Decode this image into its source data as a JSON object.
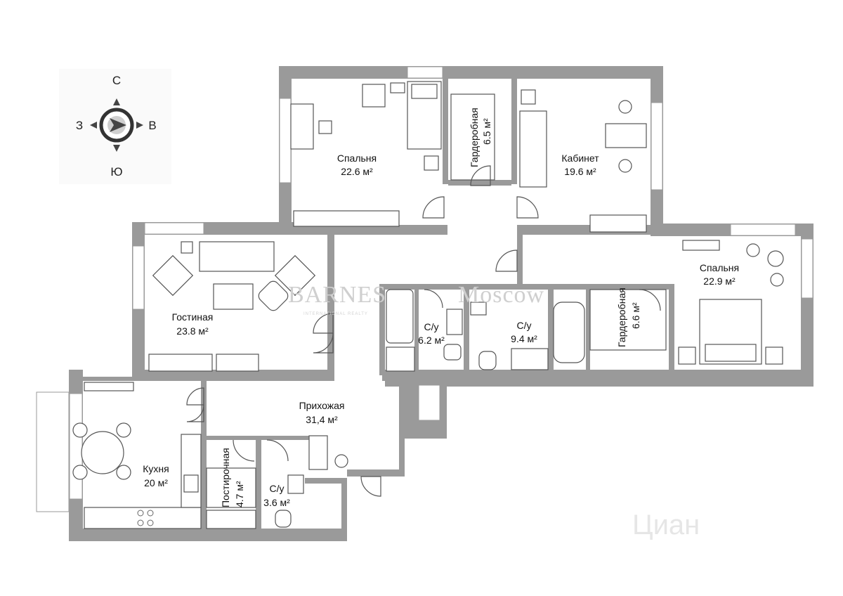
{
  "compass": {
    "north": "С",
    "south": "Ю",
    "west": "З",
    "east": "В"
  },
  "rooms": {
    "bedroom1": {
      "name": "Спальня",
      "area": "22.6 м²"
    },
    "wardrobe1": {
      "name": "Гардеробная",
      "area": "6.5 м²"
    },
    "study": {
      "name": "Кабинет",
      "area": "19.6 м²"
    },
    "bedroom2": {
      "name": "Спальня",
      "area": "22.9 м²"
    },
    "living": {
      "name": "Гостиная",
      "area": "23.8 м²"
    },
    "bath1": {
      "name": "С/у",
      "area": "6.2 м²"
    },
    "bath2": {
      "name": "С/у",
      "area": "9.4 м²"
    },
    "wardrobe2": {
      "name": "Гардеробная",
      "area": "6.6 м²"
    },
    "hall": {
      "name": "Прихожая",
      "area": "31,4 м²"
    },
    "kitchen": {
      "name": "Кухня",
      "area": "20 м²"
    },
    "laundry": {
      "name": "Постирочная",
      "area": "4.7 м²"
    },
    "wc": {
      "name": "С/у",
      "area": "3.6 м²"
    }
  },
  "watermark": {
    "brand": "BARNES",
    "city": "Moscow",
    "tagline": "INTERNATIONAL REALTY",
    "site": "Циан"
  },
  "colors": {
    "wall": "#9a9a9a",
    "window": "#ffffff",
    "line": "#555555"
  }
}
